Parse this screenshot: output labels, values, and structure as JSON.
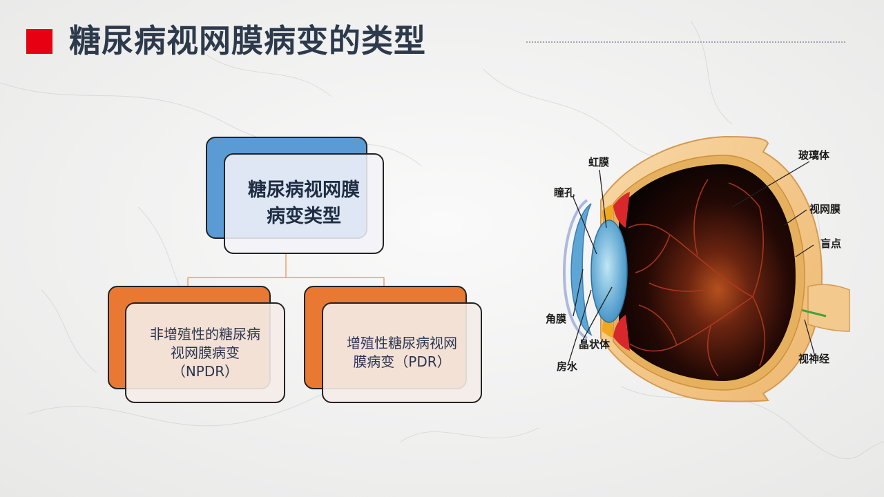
{
  "page": {
    "title": "糖尿病视网膜病变的类型"
  },
  "diagram": {
    "root": {
      "lines": [
        "糖尿病视网膜",
        "病变类型"
      ]
    },
    "children": [
      {
        "lines": [
          "非增殖性的糖尿病",
          "视网膜病变",
          "（NPDR）"
        ]
      },
      {
        "lines": [
          "增殖性糖尿病视网",
          "膜病变（PDR）"
        ]
      }
    ]
  },
  "eye_labels": {
    "iris": "虹膜",
    "pupil": "瞳孔",
    "cornea": "角膜",
    "lens": "晶状体",
    "aqueous_humor": "房水",
    "vitreous": "玻璃体",
    "retina": "视网膜",
    "blind_spot": "盲点",
    "optic_nerve": "视神经"
  },
  "colors": {
    "title_marker": "#e60012",
    "title_text": "#2d3a4c",
    "root_fill": "#5b9bd5",
    "child_fill": "#e97832",
    "connector": "#e9a06c"
  }
}
